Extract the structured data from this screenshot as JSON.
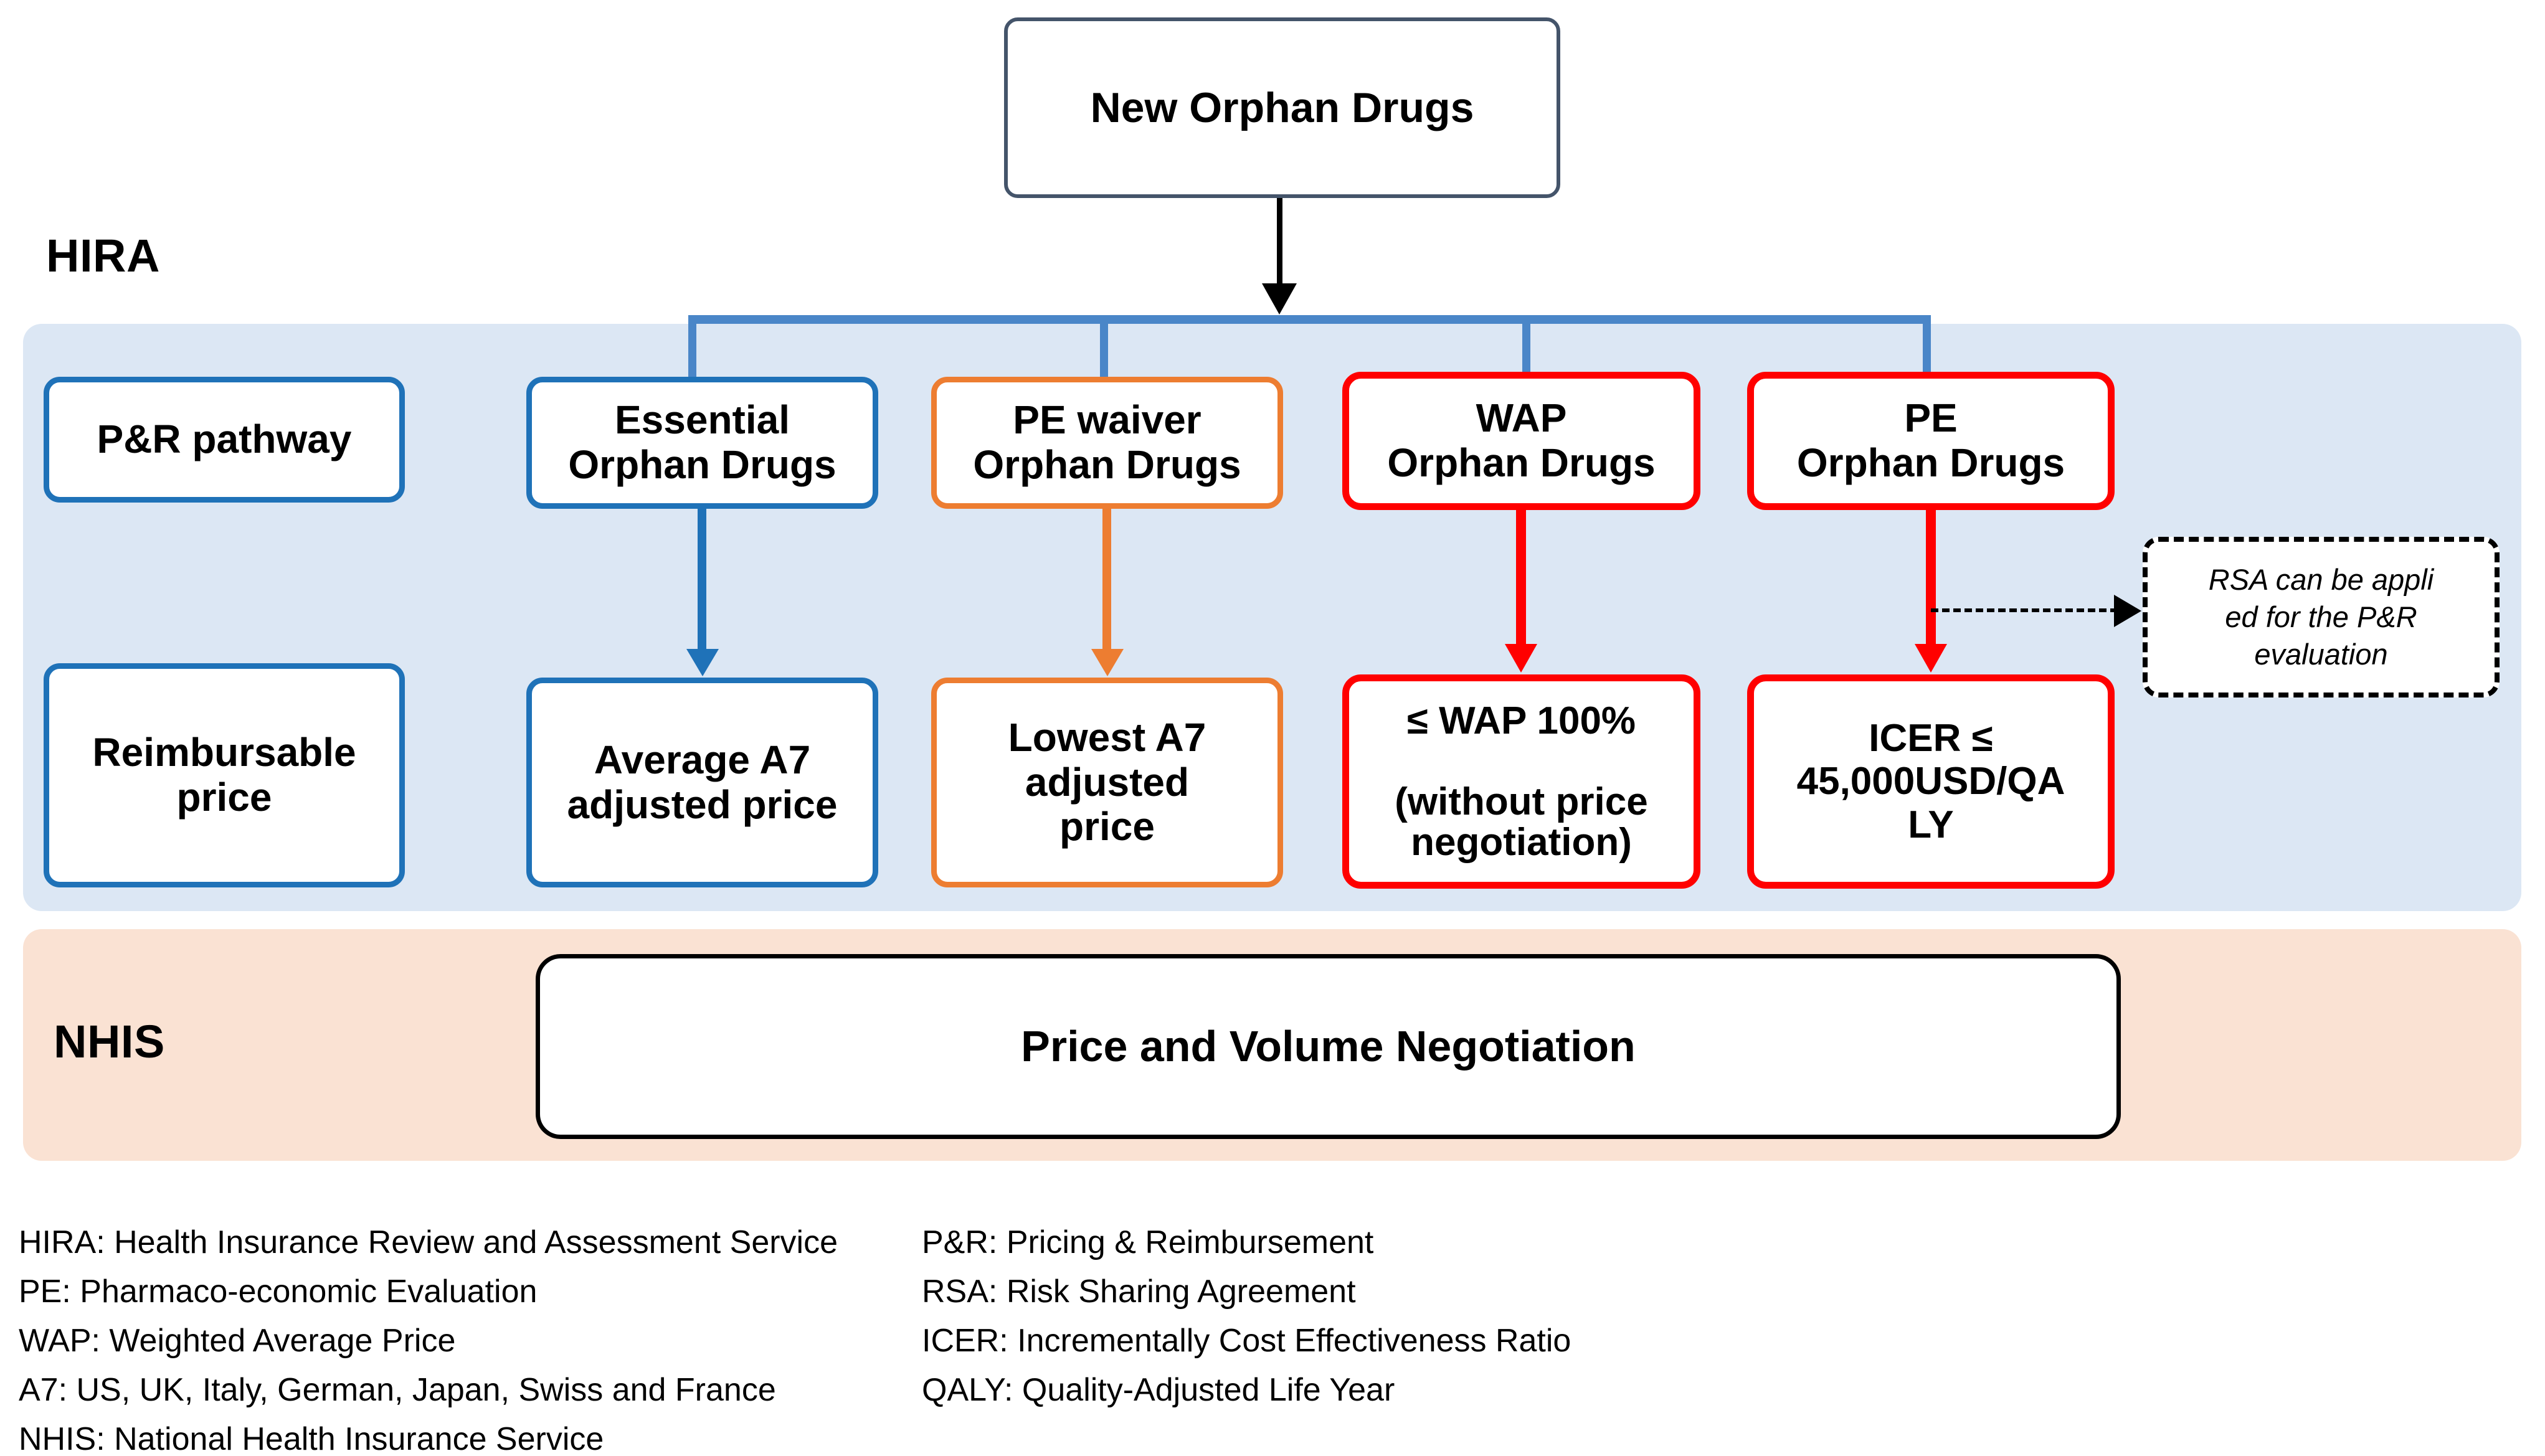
{
  "diagram": {
    "top_node": {
      "label": "New Orphan Drugs"
    },
    "sections": {
      "hira": {
        "label": "HIRA",
        "band_color": "#DCE7F4"
      },
      "nhis": {
        "label": "NHIS",
        "band_color": "#FAE2D3"
      }
    },
    "row_labels": {
      "pathway": "P&R pathway",
      "price": "Reimbursable\nprice"
    },
    "columns": [
      {
        "id": "essential",
        "accent": "#1F72B8",
        "pathway": "Essential\nOrphan Drugs",
        "price": "Average A7\nadjusted price"
      },
      {
        "id": "pe-waiver",
        "accent": "#ED7D31",
        "pathway": "PE waiver\nOrphan Drugs",
        "price": "Lowest A7\nadjusted\nprice"
      },
      {
        "id": "wap",
        "accent": "#FF0000",
        "pathway": "WAP\nOrphan Drugs",
        "price": "≤ WAP 100%\n\n(without price\nnegotiation)"
      },
      {
        "id": "pe",
        "accent": "#FF0000",
        "pathway": "PE\nOrphan Drugs",
        "price": "ICER ≤\n45,000USD/QA\nLY"
      }
    ],
    "rsa_note": "RSA can be appli\ned for the P&R\nevaluation",
    "negotiation": "Price and Volume Negotiation",
    "legend": {
      "left": [
        "HIRA: Health Insurance Review and Assessment Service",
        "PE: Pharmaco-economic Evaluation",
        "WAP: Weighted Average Price",
        "A7: US, UK, Italy, German, Japan, Swiss and France",
        "NHIS: National Health Insurance Service"
      ],
      "right": [
        "P&R: Pricing & Reimbursement",
        "RSA: Risk Sharing Agreement",
        "ICER: Incrementally Cost Effectiveness Ratio",
        "QALY: Quality-Adjusted Life Year"
      ]
    }
  }
}
